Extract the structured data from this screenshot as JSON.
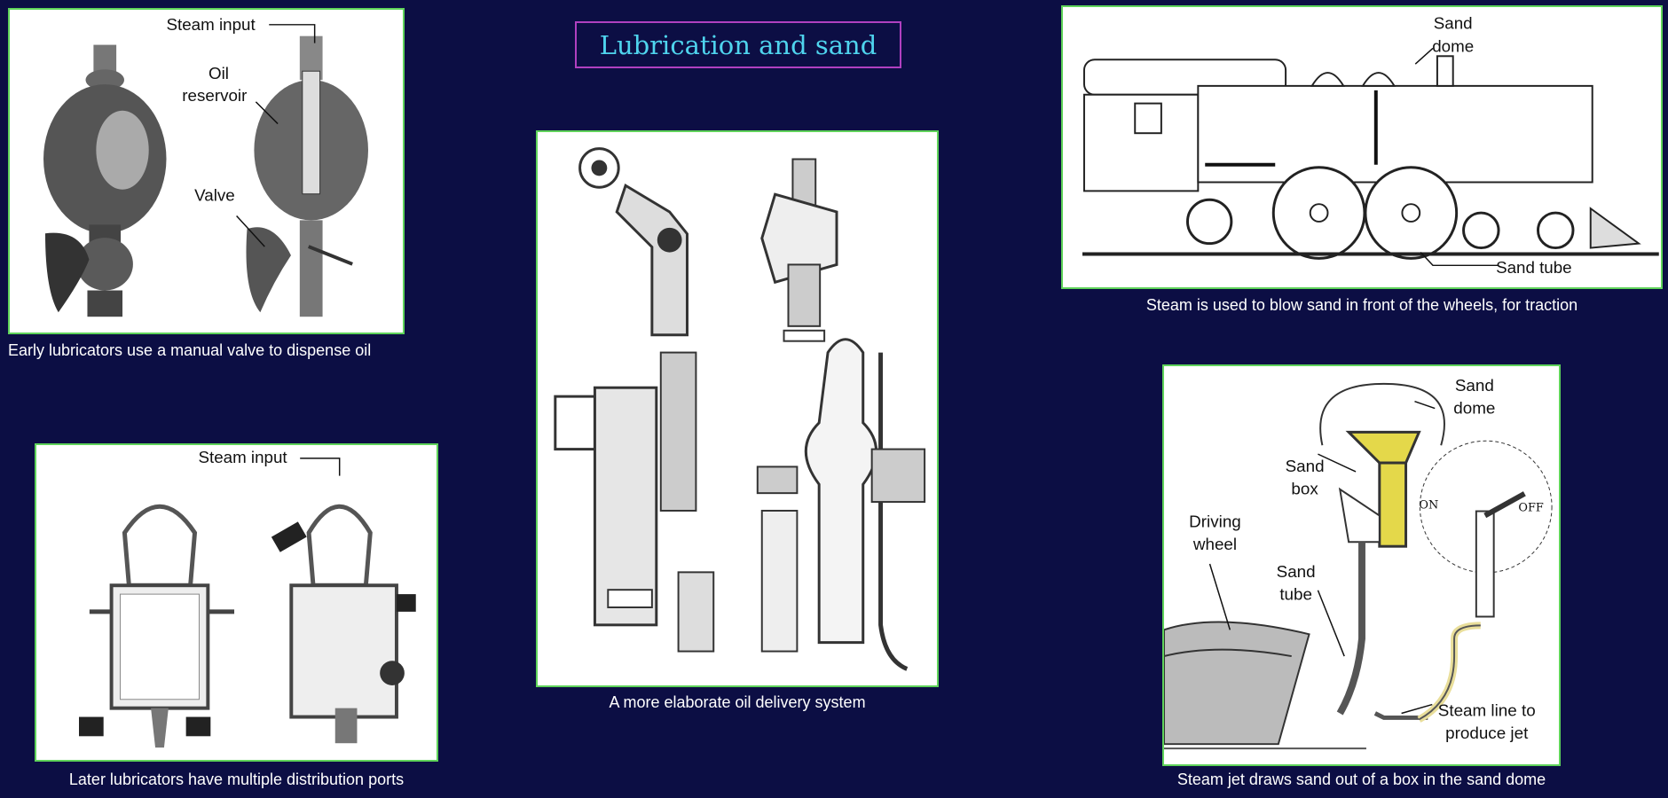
{
  "title": "Lubrication and sand",
  "panels": {
    "early": {
      "caption": "Early lubricators use a manual valve to dispense oil",
      "labels": {
        "steam_input": "Steam input",
        "oil": "Oil",
        "reservoir": "reservoir",
        "valve": "Valve"
      }
    },
    "later": {
      "caption": "Later lubricators have multiple distribution ports",
      "labels": {
        "steam_input": "Steam input"
      }
    },
    "elaborate": {
      "caption": "A more elaborate oil delivery system"
    },
    "locomotive": {
      "caption": "Steam is used to blow sand in front of the wheels, for traction",
      "labels": {
        "sand": "Sand",
        "dome": "dome",
        "sand_tube": "Sand tube"
      }
    },
    "sandbox": {
      "caption": "Steam jet draws sand out of a box in the sand dome",
      "labels": {
        "sand_dome_1": "Sand",
        "sand_dome_2": "dome",
        "sand_box_1": "Sand",
        "sand_box_2": "box",
        "driving_1": "Driving",
        "driving_2": "wheel",
        "sand_tube_1": "Sand",
        "sand_tube_2": "tube",
        "steam_line_1": "Steam line to",
        "steam_line_2": "produce jet",
        "on": "ON",
        "off": "OFF"
      }
    }
  },
  "colors": {
    "background": "#0c0e44",
    "title_text": "#4fd4ee",
    "title_border": "#b040c0",
    "panel_border": "#5fd35a",
    "sand": "#e4d84a"
  }
}
